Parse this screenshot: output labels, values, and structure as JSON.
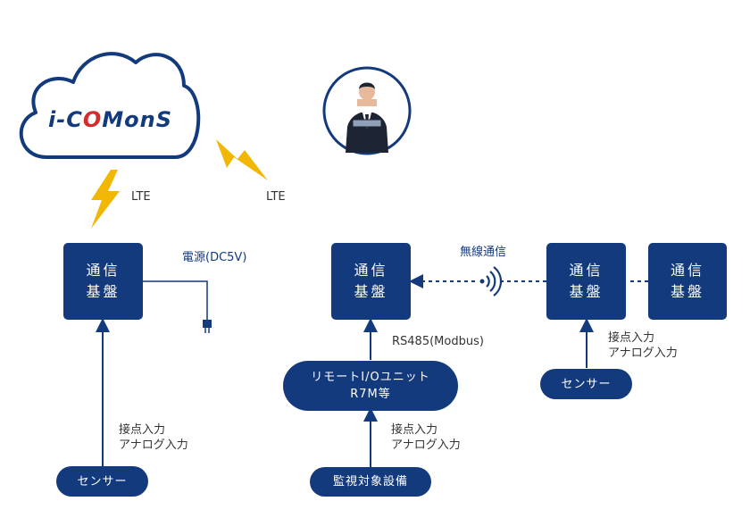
{
  "cloud": {
    "logo_text": "i-COMonS"
  },
  "links": {
    "lte_left": "LTE",
    "lte_right": "LTE"
  },
  "power": {
    "label": "電源(DC5V)"
  },
  "wireless": {
    "label": "無線通信"
  },
  "boards": {
    "line1": "通信",
    "line2": "基盤"
  },
  "left_system": {
    "input_label_1": "接点入力",
    "input_label_2": "アナログ入力",
    "sensor_label": "センサー"
  },
  "middle_system": {
    "bus_label": "RS485(Modbus)",
    "remote_io_line1": "リモートI/Oユニット",
    "remote_io_line2": "R7M等",
    "input_label_1": "接点入力",
    "input_label_2": "アナログ入力",
    "equipment_label": "監視対象設備"
  },
  "right_system": {
    "input_label_1": "接点入力",
    "input_label_2": "アナログ入力",
    "sensor_label": "センサー"
  },
  "colors": {
    "primary": "#143a7e",
    "lightning": "#f2b705",
    "cloud_stroke": "#143a7e",
    "logo_red": "#d22d2d"
  }
}
